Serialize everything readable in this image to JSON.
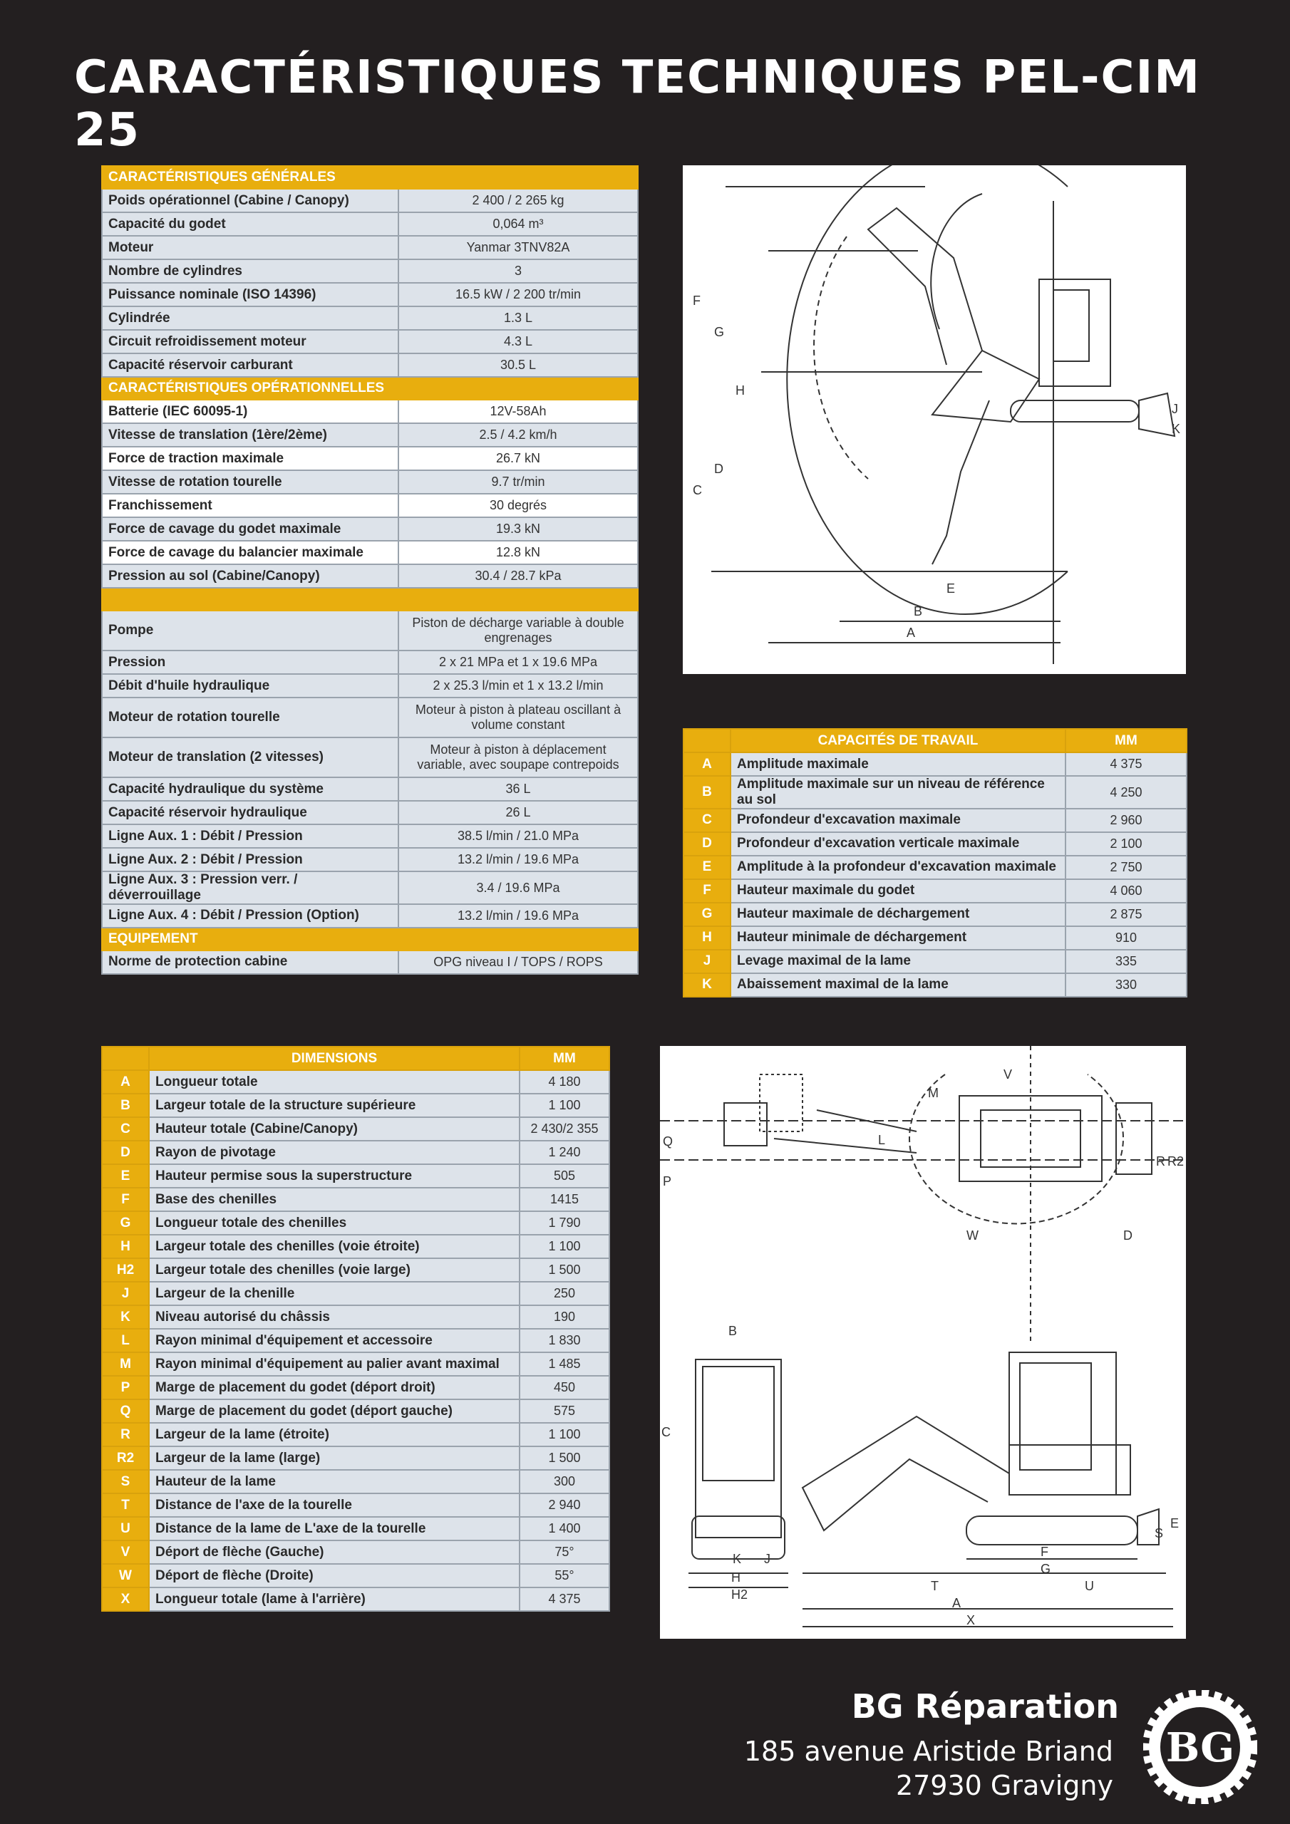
{
  "title": "CARACTÉRISTIQUES TECHNIQUES PEL-CIM 25",
  "specs": {
    "general_header": "CARACTÉRISTIQUES GÉNÉRALES",
    "general": [
      {
        "label": "Poids opérationnel (Cabine / Canopy)",
        "value": "2 400 / 2 265 kg"
      },
      {
        "label": "Capacité du godet",
        "value": "0,064 m³"
      },
      {
        "label": "Moteur",
        "value": "Yanmar 3TNV82A"
      },
      {
        "label": "Nombre de cylindres",
        "value": "3"
      },
      {
        "label": "Puissance nominale (ISO 14396)",
        "value": "16.5 kW / 2 200 tr/min"
      },
      {
        "label": "Cylindrée",
        "value": "1.3 L"
      },
      {
        "label": "Circuit refroidissement moteur",
        "value": "4.3 L"
      },
      {
        "label": "Capacité réservoir carburant",
        "value": "30.5 L"
      }
    ],
    "operational_header": "CARACTÉRISTIQUES OPÉRATIONNELLES",
    "operational": [
      {
        "label": "Batterie (IEC 60095-1)",
        "value": "12V-58Ah"
      },
      {
        "label": "Vitesse de translation (1ère/2ème)",
        "value": "2.5 / 4.2 km/h"
      },
      {
        "label": "Force de traction maximale",
        "value": "26.7 kN"
      },
      {
        "label": "Vitesse de rotation tourelle",
        "value": "9.7 tr/min"
      },
      {
        "label": "Franchissement",
        "value": "30 degrés"
      },
      {
        "label": "Force de cavage du godet maximale",
        "value": "19.3 kN"
      },
      {
        "label": "Force de cavage du balancier maximale",
        "value": "12.8 kN"
      },
      {
        "label": "Pression au sol (Cabine/Canopy)",
        "value": "30.4 / 28.7 kPa"
      }
    ],
    "hydraulic": [
      {
        "label": "Pompe",
        "value": "Piston de décharge variable à double engrenages",
        "tall": true
      },
      {
        "label": "Pression",
        "value": "2 x 21 MPa et 1 x 19.6 MPa"
      },
      {
        "label": "Débit d'huile hydraulique",
        "value": "2 x 25.3 l/min et 1 x 13.2 l/min"
      },
      {
        "label": "Moteur de rotation tourelle",
        "value": "Moteur à piston à plateau oscillant à volume constant",
        "tall": true
      },
      {
        "label": "Moteur de translation (2 vitesses)",
        "value": "Moteur à piston à déplacement variable, avec soupape contrepoids",
        "tall": true
      },
      {
        "label": "Capacité hydraulique du système",
        "value": "36 L"
      },
      {
        "label": "Capacité réservoir hydraulique",
        "value": "26 L"
      },
      {
        "label": "Ligne Aux. 1 : Débit / Pression",
        "value": "38.5 l/min / 21.0 MPa"
      },
      {
        "label": "Ligne Aux. 2 : Débit / Pression",
        "value": "13.2 l/min / 19.6 MPa"
      },
      {
        "label": "Ligne Aux. 3 : Pression verr. / déverrouillage",
        "value": "3.4 / 19.6 MPa"
      },
      {
        "label": "Ligne Aux. 4 : Débit / Pression (Option)",
        "value": "13.2 l/min / 19.6 MPa"
      }
    ],
    "equipment_header": "EQUIPEMENT",
    "equipment": [
      {
        "label": "Norme de protection cabine",
        "value": "OPG niveau I / TOPS / ROPS"
      }
    ]
  },
  "work": {
    "header": "CAPACITÉS DE TRAVAIL",
    "unit": "MM",
    "rows": [
      {
        "k": "A",
        "label": "Amplitude maximale",
        "value": "4 375"
      },
      {
        "k": "B",
        "label": "Amplitude maximale sur un niveau de référence au sol",
        "value": "4 250"
      },
      {
        "k": "C",
        "label": "Profondeur d'excavation maximale",
        "value": "2 960"
      },
      {
        "k": "D",
        "label": "Profondeur d'excavation verticale maximale",
        "value": "2 100"
      },
      {
        "k": "E",
        "label": "Amplitude à la profondeur d'excavation maximale",
        "value": "2 750"
      },
      {
        "k": "F",
        "label": "Hauteur maximale du godet",
        "value": "4 060"
      },
      {
        "k": "G",
        "label": "Hauteur maximale de déchargement",
        "value": "2 875"
      },
      {
        "k": "H",
        "label": "Hauteur minimale de déchargement",
        "value": "910"
      },
      {
        "k": "J",
        "label": "Levage maximal de la lame",
        "value": "335"
      },
      {
        "k": "K",
        "label": "Abaissement maximal de la lame",
        "value": "330"
      }
    ]
  },
  "dims": {
    "header": "DIMENSIONS",
    "unit": "MM",
    "rows": [
      {
        "k": "A",
        "label": "Longueur totale",
        "value": "4 180"
      },
      {
        "k": "B",
        "label": "Largeur totale de la structure supérieure",
        "value": "1 100"
      },
      {
        "k": "C",
        "label": "Hauteur totale (Cabine/Canopy)",
        "value": "2 430/2 355"
      },
      {
        "k": "D",
        "label": "Rayon de pivotage",
        "value": "1 240"
      },
      {
        "k": "E",
        "label": "Hauteur permise sous la superstructure",
        "value": "505"
      },
      {
        "k": "F",
        "label": "Base des chenilles",
        "value": "1415"
      },
      {
        "k": "G",
        "label": "Longueur totale des chenilles",
        "value": "1 790"
      },
      {
        "k": "H",
        "label": "Largeur totale des chenilles (voie étroite)",
        "value": "1 100"
      },
      {
        "k": "H2",
        "label": "Largeur totale des chenilles (voie large)",
        "value": "1 500"
      },
      {
        "k": "J",
        "label": "Largeur de la chenille",
        "value": "250"
      },
      {
        "k": "K",
        "label": "Niveau autorisé du châssis",
        "value": "190"
      },
      {
        "k": "L",
        "label": "Rayon minimal d'équipement et accessoire",
        "value": "1 830"
      },
      {
        "k": "M",
        "label": "Rayon minimal d'équipement au palier avant maximal",
        "value": "1 485"
      },
      {
        "k": "P",
        "label": "Marge de placement du godet (déport droit)",
        "value": "450"
      },
      {
        "k": "Q",
        "label": "Marge de placement du godet (déport gauche)",
        "value": "575"
      },
      {
        "k": "R",
        "label": "Largeur de la lame (étroite)",
        "value": "1 100"
      },
      {
        "k": "R2",
        "label": "Largeur de la lame (large)",
        "value": "1 500"
      },
      {
        "k": "S",
        "label": "Hauteur de la lame",
        "value": "300"
      },
      {
        "k": "T",
        "label": "Distance de l'axe de la tourelle",
        "value": "2 940"
      },
      {
        "k": "U",
        "label": "Distance de la lame de L'axe de la tourelle",
        "value": "1 400"
      },
      {
        "k": "V",
        "label": "Déport de flèche (Gauche)",
        "value": "75°"
      },
      {
        "k": "W",
        "label": "Déport de flèche (Droite)",
        "value": "55°"
      },
      {
        "k": "X",
        "label": "Longueur totale (lame à l'arrière)",
        "value": "4 375"
      }
    ]
  },
  "diagram1_labels": [
    "F",
    "G",
    "H",
    "C",
    "D",
    "E",
    "B",
    "A",
    "J",
    "K"
  ],
  "diagram2_labels": [
    "V",
    "M",
    "L",
    "Q",
    "P",
    "W",
    "D",
    "R",
    "R2",
    "B",
    "C",
    "K",
    "J",
    "H",
    "H2",
    "F",
    "G",
    "T",
    "U",
    "A",
    "X",
    "S",
    "E"
  ],
  "footer": {
    "name": "BG Réparation",
    "street": "185 avenue Aristide Briand",
    "city": "27930 Gravigny",
    "logo_text": "BG"
  }
}
